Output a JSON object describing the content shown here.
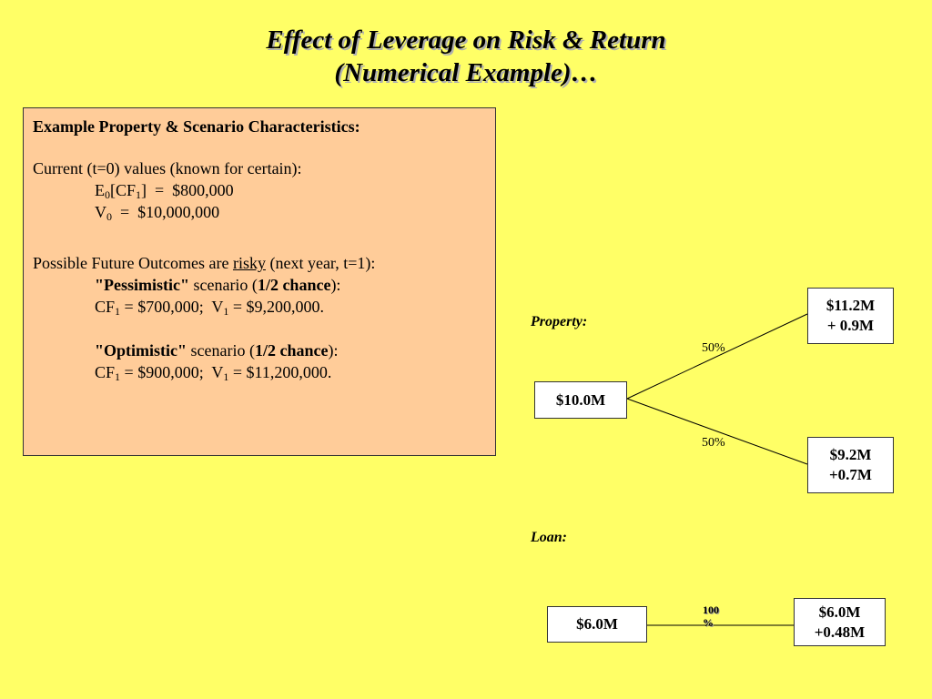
{
  "slide": {
    "title_line1": "Effect of Leverage on Risk & Return",
    "title_line2": "(Numerical Example)…"
  },
  "info_box": {
    "heading": "Example Property & Scenario Characteristics:",
    "current_intro": "Current (t=0) values (known for certain):",
    "e0_value": "$800,000",
    "v0_value": "$10,000,000",
    "future_intro_pre": "Possible Future Outcomes are ",
    "future_intro_risky": "risky",
    "future_intro_post": " (next year, t=1):",
    "pessimistic_label": "\"Pessimistic\"",
    "optimistic_label": "\"Optimistic\"",
    "scenario_word": " scenario (",
    "chance": "1/2 chance",
    "scenario_close": "):",
    "pess_cf": "$700,000",
    "pess_v": "$9,200,000.",
    "opt_cf": "$900,000",
    "opt_v": "$11,200,000."
  },
  "tree": {
    "property_label": "Property:",
    "loan_label": "Loan:",
    "property_root": "$10.0M",
    "property_up_line1": "$11.2M",
    "property_up_line2": "+ 0.9M",
    "property_down_line1": "$9.2M",
    "property_down_line2": "+0.7M",
    "prob_up": "50%",
    "prob_down": "50%",
    "loan_root": "$6.0M",
    "loan_end_line1": "$6.0M",
    "loan_end_line2": "+0.48M",
    "loan_prob_line1": "100",
    "loan_prob_line2": "%"
  },
  "colors": {
    "background": "#FFFF66",
    "info_box": "#FFCC99",
    "node_fill": "#FFFFFF"
  }
}
